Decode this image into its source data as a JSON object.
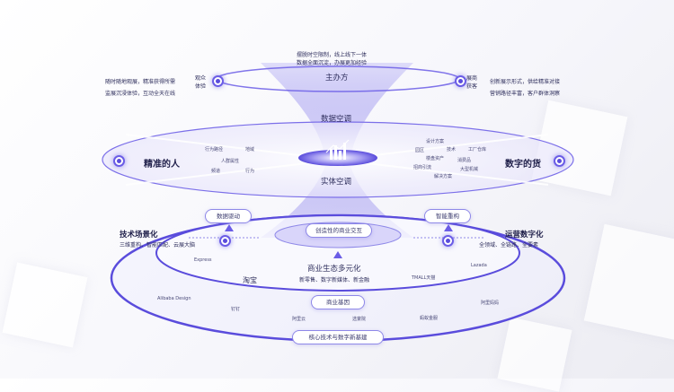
{
  "top": {
    "caption_line1": "摆脱时空限制，线上线下一体",
    "caption_line2": "数据全面沉淀，办展更加经验",
    "ring_label": "主办方",
    "left_title_line1": "观众",
    "left_title_line2": "体验",
    "left_text_line1": "随时随地观展，精准获得所需",
    "left_text_line2": "监展沉浸体验，互动全天在线",
    "right_title_line1": "展商",
    "right_title_line2": "获客",
    "right_text_line1": "创新展示形式，供给精准对接",
    "right_text_line2": "营销路径丰富，客户群体洞察"
  },
  "middle": {
    "upper_label": "数据空调",
    "lower_label": "实体空调",
    "left_title": "精准的人",
    "left_tags": [
      "行为路径",
      "地域",
      "人群属性",
      "频道",
      "行为"
    ],
    "right_title": "数字的货",
    "right_tags": [
      "设计方案",
      "园区",
      "技术",
      "工厂仓库",
      "楼盘资产",
      "消费品",
      "招商引流",
      "大型机械",
      "解决方案"
    ]
  },
  "bottom": {
    "left_pill": "数据驱动",
    "right_pill": "智能重构",
    "center_pill": "创造性的商业交互",
    "left_title": "技术场景化",
    "left_sub": "三维重构、智能匹配、云展大脑",
    "right_title": "运营数字化",
    "right_sub": "全领域、全链路、全要素",
    "ecosystem_title": "商业生态多元化",
    "ecosystem_sub": "新零售、数字新媒体、新金融",
    "gene_pill": "商业基因",
    "base_pill": "核心技术与数字新基建",
    "brands": [
      "Express",
      "淘宝",
      "TMALL天猫",
      "Lazada",
      "Alibaba Design",
      "钉钉",
      "阿里云",
      "选宴院",
      "蚂蚁金服",
      "阿里妈妈"
    ]
  },
  "colors": {
    "accent": "#5a4cdc",
    "accent_light": "#b6b0f4",
    "text": "#2e2e5c"
  }
}
